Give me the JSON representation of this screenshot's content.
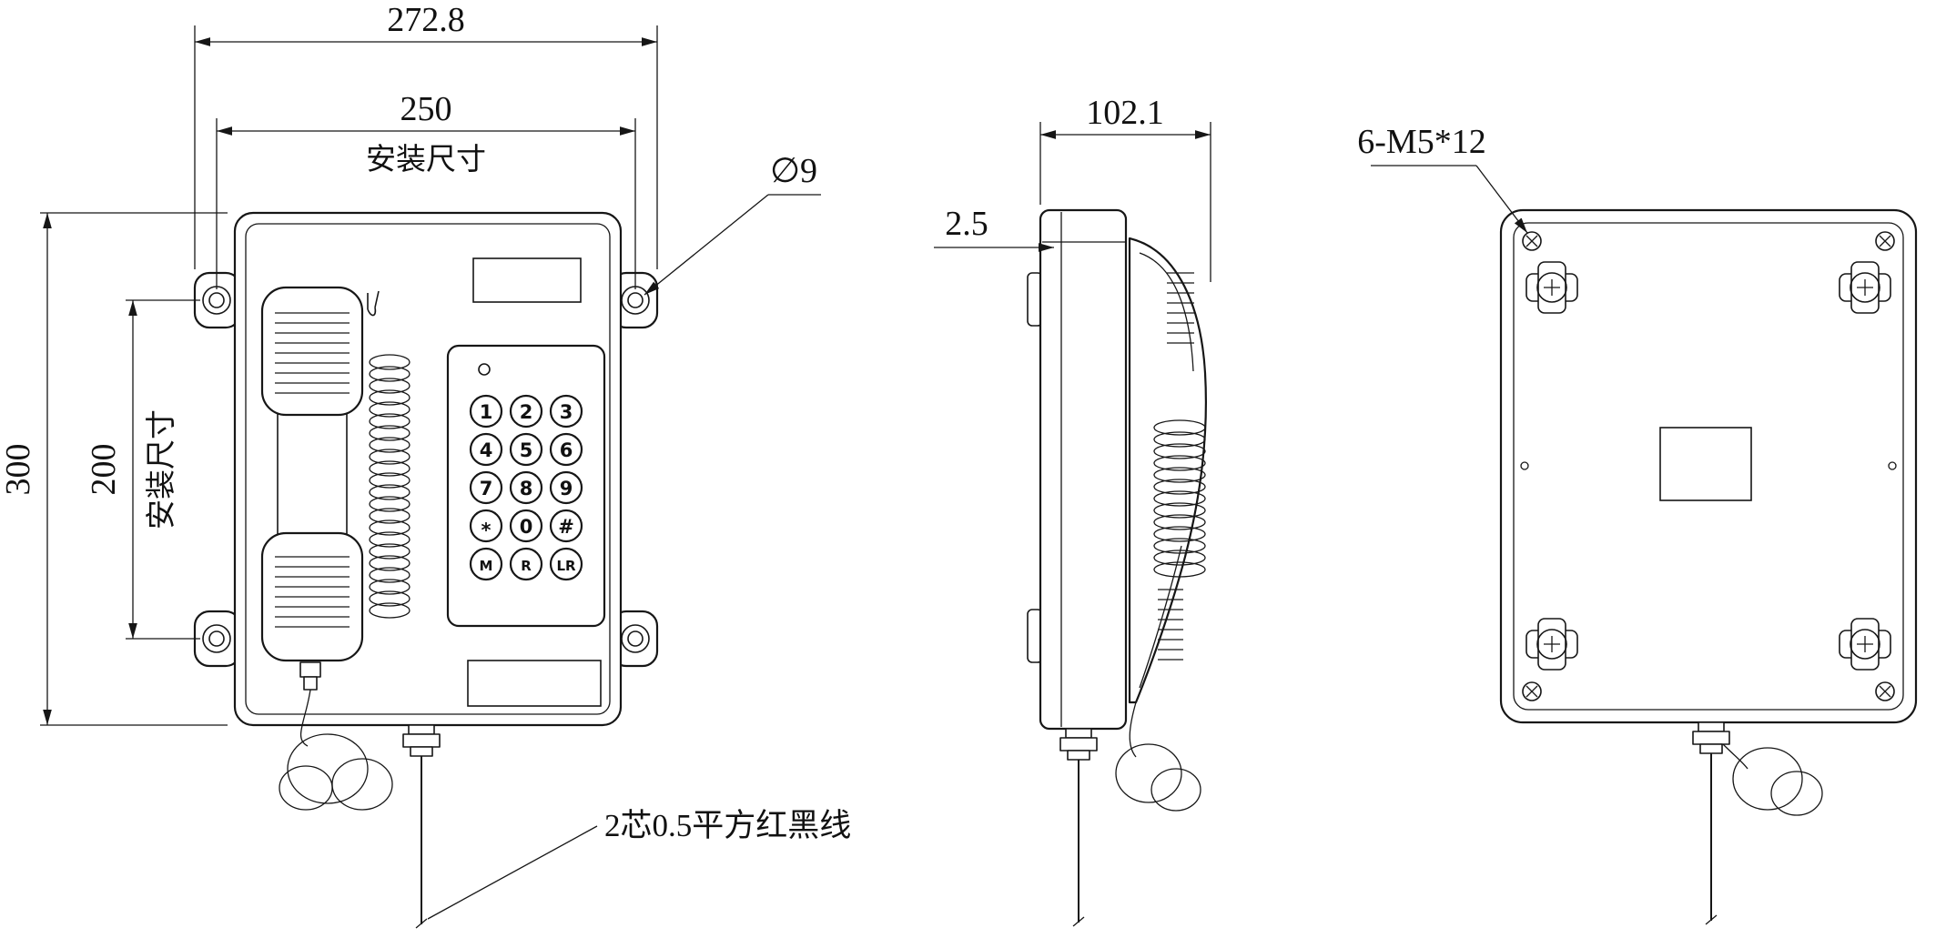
{
  "front": {
    "dim_overall_width": "272.8",
    "dim_mount_width": "250",
    "mount_label": "安装尺寸",
    "dim_overall_height": "300",
    "dim_mount_height": "200",
    "hole_callout": "∅9",
    "wire_callout": "2芯0.5平方红黑线"
  },
  "side": {
    "dim_depth": "102.1",
    "dim_cover": "2.5"
  },
  "rear": {
    "screw_callout": "6-M5*12"
  },
  "keypad": {
    "rows": [
      [
        "1",
        "2",
        "3"
      ],
      [
        "4",
        "5",
        "6"
      ],
      [
        "7",
        "8",
        "9"
      ],
      [
        "*",
        "0",
        "#"
      ],
      [
        "M",
        "R",
        "LR"
      ]
    ]
  }
}
